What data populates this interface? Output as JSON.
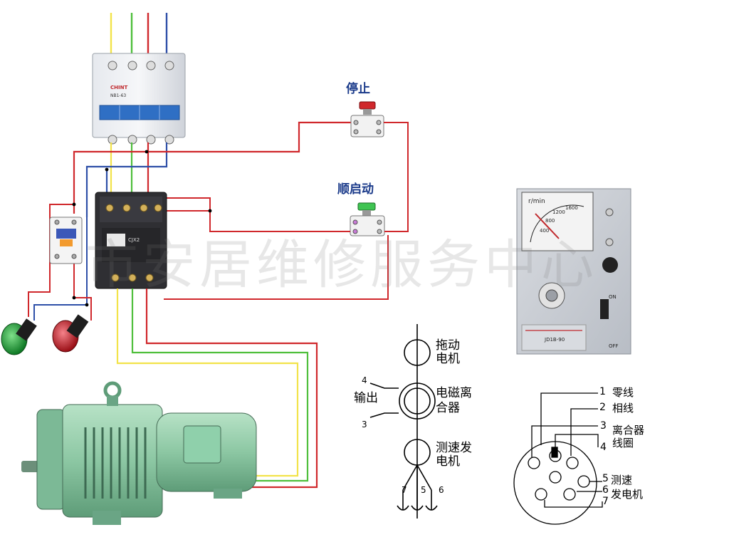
{
  "watermark": "市安居维修服务中心",
  "buttons": {
    "stop_label": "停止",
    "start_label": "顺启动"
  },
  "breaker": {
    "brand": "CHINT",
    "model": "NB1-63"
  },
  "contactor": {
    "model": "CJX2"
  },
  "controller": {
    "meter_unit": "r/min",
    "meter_ticks": [
      "400",
      "800",
      "1200",
      "1600"
    ],
    "model": "JD1B-90",
    "on_label": "ON",
    "off_label": "OFF"
  },
  "schematic": {
    "drag_motor": "拖动电机",
    "clutch": "电磁离合器",
    "output": "输出",
    "tacho": "测速发电机",
    "terminal_4": "4",
    "terminal_3": "3",
    "terminal_7": "7",
    "terminal_5": "5",
    "terminal_6": "6"
  },
  "pinout": {
    "items": [
      {
        "num": "1",
        "text": "零线"
      },
      {
        "num": "2",
        "text": "相线"
      },
      {
        "num": "3",
        "text": "离合器"
      },
      {
        "num": "4",
        "text": "线圈"
      },
      {
        "num": "5",
        "text": "测速"
      },
      {
        "num": "6",
        "text": "发电机"
      },
      {
        "num": "7",
        "text": ""
      }
    ]
  },
  "colors": {
    "wire_red": "#d0282c",
    "wire_blue": "#2e4fa8",
    "wire_yellow": "#f2e34a",
    "wire_green": "#4fbf3c",
    "motor_green": "#8fc9a8",
    "panel_gray": "#c9cdd3",
    "lamp_green": "#1fa83a",
    "lamp_red": "#c81e24"
  }
}
